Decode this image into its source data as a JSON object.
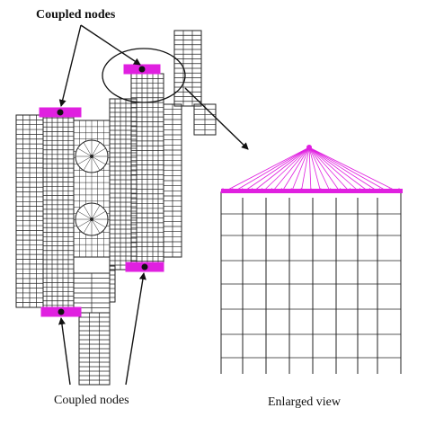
{
  "labels": {
    "top_left": "Coupled nodes",
    "bottom_left": "Coupled nodes",
    "bottom_right": "Enlarged view"
  },
  "colors": {
    "mesh": "#222222",
    "coupling": "#e020e0",
    "background": "#ffffff"
  },
  "icons": {
    "arrow": "arrow-icon",
    "ellipse": "ellipse-highlight"
  }
}
